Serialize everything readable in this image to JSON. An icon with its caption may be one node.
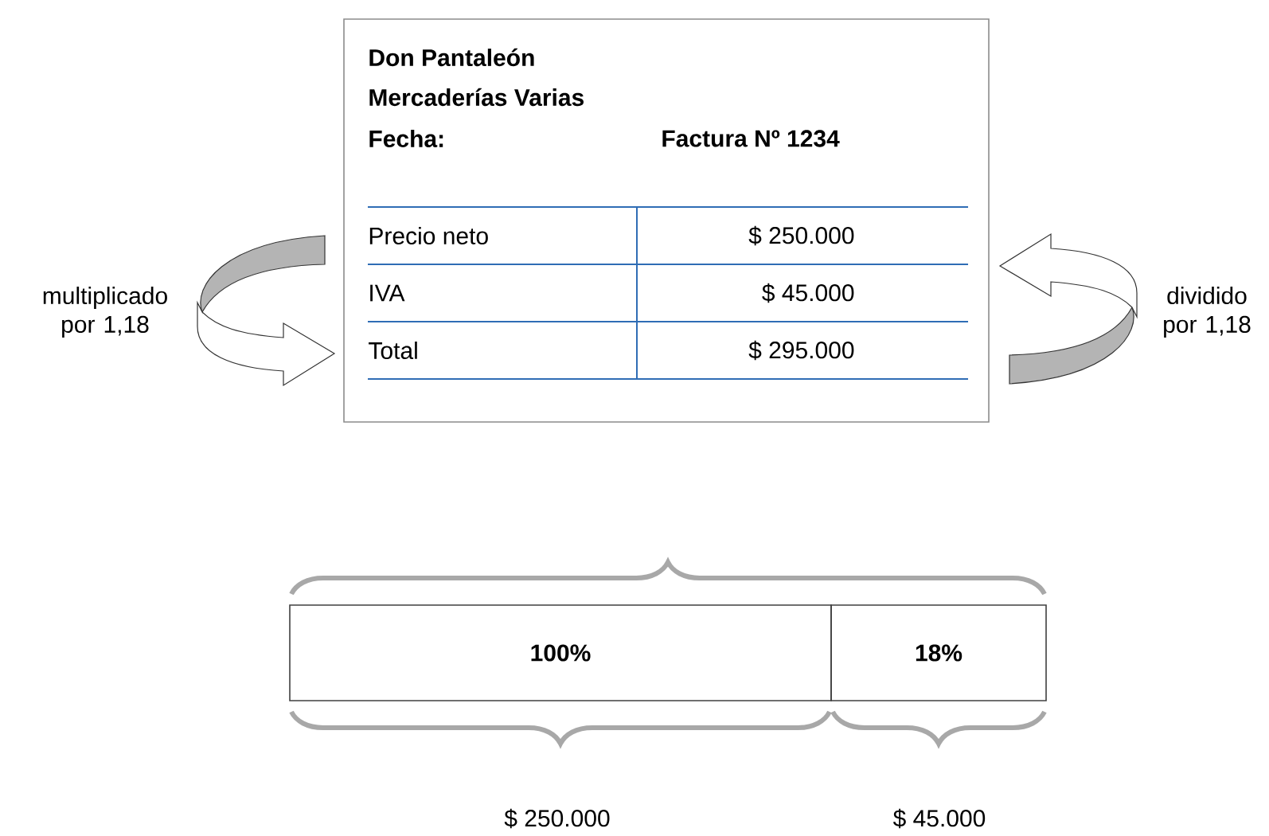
{
  "diagram": {
    "nodes": [
      {
        "text": [
          "Don Pantaleón",
          "Mercaderías Varias",
          "Fecha:",
          "Factura Nº 1234"
        ]
      },
      {
        "text": [
          "100%"
        ]
      },
      {
        "text": [
          "18%"
        ]
      }
    ],
    "labels": [
      "Precio neto",
      "$ 250.000",
      "IVA",
      "$ 45.000",
      "Total",
      "$ 295.000",
      "multiplicado por 1,18",
      "dividido por 1,18",
      "$ 250.000",
      "$ 45.000"
    ]
  }
}
